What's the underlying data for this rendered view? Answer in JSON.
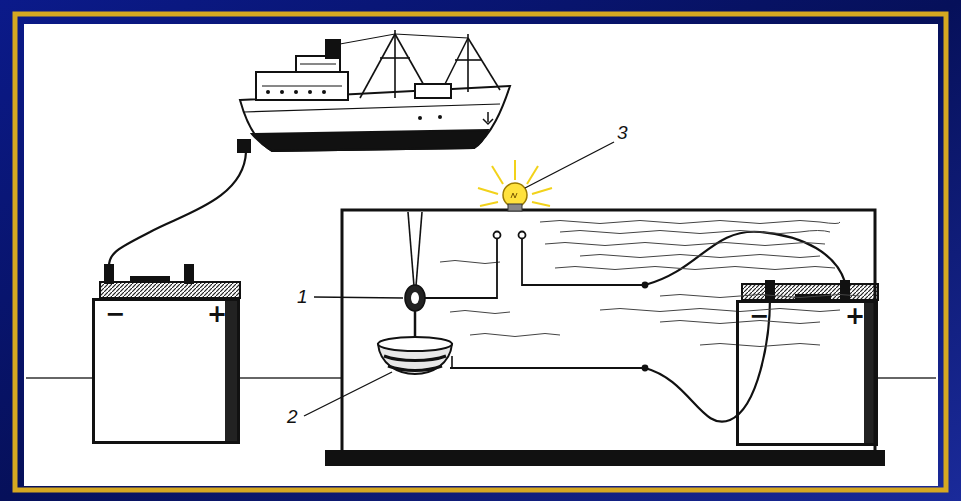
{
  "diagram": {
    "nodes": [
      {
        "text": [
          "−",
          "+"
        ]
      },
      {
        "text": [
          "−",
          "+"
        ]
      }
    ],
    "labels": [
      "1",
      "2",
      "3"
    ]
  }
}
